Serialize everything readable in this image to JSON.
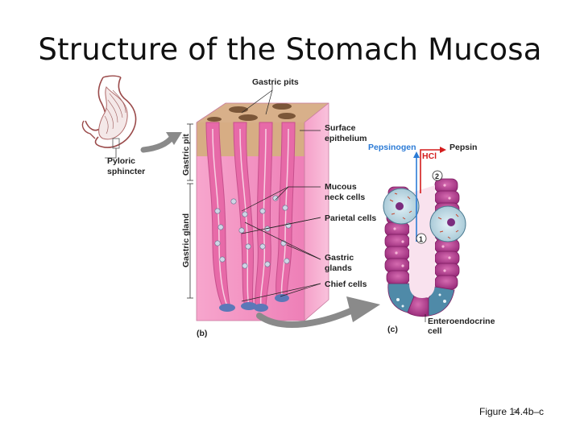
{
  "slide": {
    "title": "Structure of the Stomach Mucosa",
    "caption": "Figure 14.4b–c",
    "page_number": "24"
  },
  "diagram": {
    "labels": {
      "gastric_pits": "Gastric pits",
      "surface_epithelium_1": "Surface",
      "surface_epithelium_2": "epithelium",
      "mucous_neck_cells_1": "Mucous",
      "mucous_neck_cells_2": "neck cells",
      "parietal_cells": "Parietal cells",
      "gastric_glands_1": "Gastric",
      "gastric_glands_2": "glands",
      "chief_cells": "Chief cells",
      "pyloric_sphincter_1": "Pyloric",
      "pyloric_sphincter_2": "sphincter",
      "gastric_pit_vertical": "Gastric pit",
      "gastric_gland_vertical": "Gastric gland",
      "panel_b": "(b)",
      "panel_c": "(c)",
      "pepsinogen": "Pepsinogen",
      "pepsin": "Pepsin",
      "hcl": "HCl",
      "step_1": "1",
      "step_2": "2",
      "enteroendocrine_1": "Enteroendocrine",
      "enteroendocrine_2": "cell"
    },
    "colors": {
      "tissue_pink": "#f28cc0",
      "tissue_side": "#f6a3cb",
      "surface_tan": "#c9a37a",
      "gland_blue": "#5b78b8",
      "cell_magenta": "#b5418f",
      "arrow_gray": "#8a8a8a",
      "pepsinogen_blue": "#2b7bd6",
      "hcl_red": "#d41d1d"
    }
  }
}
